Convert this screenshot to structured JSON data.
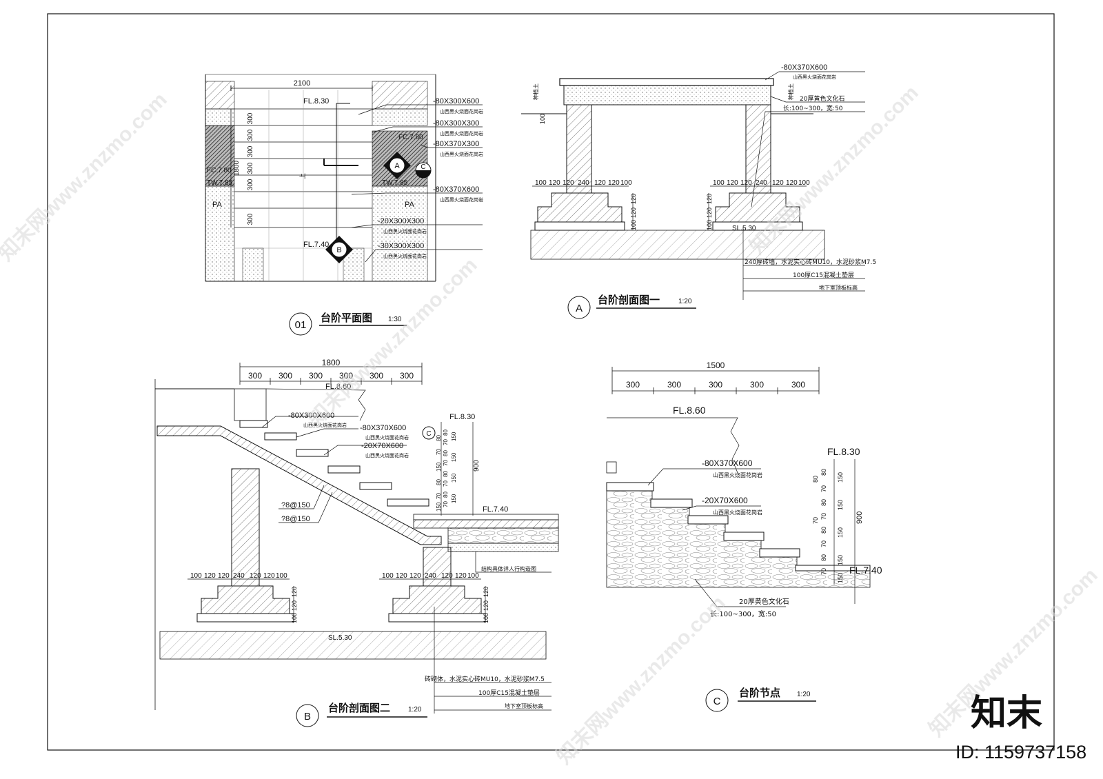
{
  "drawings": {
    "plan": {
      "circle_label": "01",
      "title": "台阶平面图",
      "scale": "1:30",
      "dim_top": "2100",
      "dim_left": "1800",
      "dim_steps": [
        "300",
        "300",
        "300",
        "300",
        "300",
        "300"
      ],
      "elev_top": "FL.8.30",
      "elev_bottom": "FL.7.40",
      "fc_left": "FC.7.80",
      "tw_left": "TW.7.85",
      "fc_right": "FC.7.80",
      "tw_right": "TW.7.85",
      "pa_left": "PA",
      "pa_right": "PA",
      "up_text": "上",
      "markers": [
        "A",
        "B",
        "C"
      ],
      "callouts": [
        {
          "size": "-80X300X600",
          "mat": "山西黑火烧面花岗岩"
        },
        {
          "size": "-80X300X300",
          "mat": "山西黑火烧面花岗岩"
        },
        {
          "size": "-80X370X300",
          "mat": "山西黑火烧面花岗岩"
        },
        {
          "size": "-80X370X600",
          "mat": "山西黑火烧面花岗岩"
        },
        {
          "size": "-20X300X300",
          "mat": "山西黑火烧面花岗岩"
        },
        {
          "size": "-30X300X300",
          "mat": "山西黑火烧面花岗岩"
        }
      ]
    },
    "section_a": {
      "circle_label": "A",
      "title": "台阶剖面图一",
      "scale": "1:20",
      "top_callout": {
        "size": "-80X370X600",
        "mat": "山西黑火烧面花岗岩"
      },
      "stone_callout": "20厚黄色文化石",
      "stone_size": "长:100~300，宽:50",
      "ground_label": "种植土",
      "footing_dims": [
        "100",
        "120",
        "120",
        "240",
        "120",
        "120",
        "100"
      ],
      "footing_vertical": [
        "120",
        "120",
        "100"
      ],
      "dim_1000": "100",
      "sl": "SL.5.30",
      "notes": [
        "240厚砖墙，水泥实心砖MU10，水泥砂浆M7.5",
        "100厚C15混凝土垫层",
        "地下室顶板标高"
      ]
    },
    "section_b": {
      "circle_label": "B",
      "title": "台阶剖面图二",
      "scale": "1:20",
      "dim_total": "1800",
      "dims": [
        "300",
        "300",
        "300",
        "300",
        "300",
        "300"
      ],
      "elev_top": "FL.8.60",
      "elev_mid": "FL.8.30",
      "elev_low": "FL.7.40",
      "callouts": [
        {
          "size": "-80X300X600",
          "mat": "山西黑火烧面花岗岩"
        },
        {
          "size": "-80X370X600",
          "mat": "山西黑火烧面花岗岩"
        },
        {
          "size": "-20X70X600",
          "mat": "山西黑火烧面花岗岩"
        }
      ],
      "rebar": [
        "?8@150",
        "?8@150"
      ],
      "riser_dims": [
        "80",
        "70",
        "150",
        "80",
        "70",
        "150",
        "80",
        "70",
        "150",
        "80",
        "70",
        "150",
        "80",
        "70",
        "150",
        "80",
        "70",
        "150"
      ],
      "riser_total": "900",
      "structure_note": "结构具体详人行构造图",
      "footing_dims": [
        "100",
        "120",
        "120",
        "240",
        "120",
        "120",
        "100"
      ],
      "footing_vertical": [
        "120",
        "120",
        "100"
      ],
      "sl": "SL.5.30",
      "marker": "C",
      "notes": [
        "砖砌体，水泥实心砖MU10，水泥砂浆M7.5",
        "100厚C15混凝土垫层",
        "地下室顶板标高"
      ]
    },
    "node_c": {
      "circle_label": "C",
      "title": "台阶节点",
      "scale": "1:20",
      "dim_total": "1500",
      "dims": [
        "300",
        "300",
        "300",
        "300",
        "300"
      ],
      "elev_top": "FL.8.60",
      "elev_mid": "FL.8.30",
      "elev_low": "FL.7.40",
      "callouts": [
        {
          "size": "-80X370X600",
          "mat": "山西黑火烧面花岗岩"
        },
        {
          "size": "-20X70X600",
          "mat": "山西黑火烧面花岗岩"
        }
      ],
      "riser_dims": [
        "80",
        "70",
        "150",
        "80",
        "70",
        "150",
        "80",
        "70",
        "150",
        "80",
        "70",
        "150",
        "80",
        "70",
        "150"
      ],
      "riser_total": "900",
      "stone_callout": "20厚黄色文化石",
      "stone_size": "长:100~300，宽:50"
    }
  },
  "branding": {
    "watermark": "知末网www.znzmo.com",
    "logo": "知末",
    "id_text": "ID: 1159737158"
  }
}
